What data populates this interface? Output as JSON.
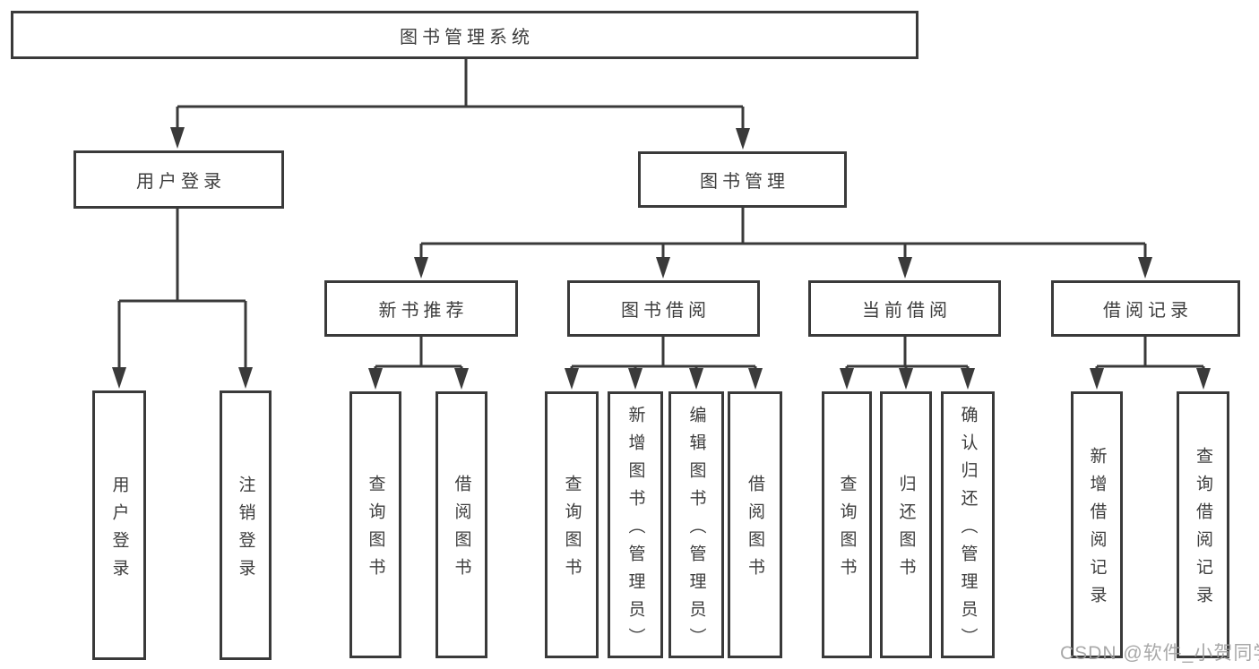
{
  "diagram_title": "图书管理系统",
  "tree": {
    "label": "图书管理系统",
    "children": [
      {
        "label": "用户登录",
        "children": [
          {
            "label": "用户登录"
          },
          {
            "label": "注销登录"
          }
        ]
      },
      {
        "label": "图书管理",
        "children": [
          {
            "label": "新书推荐",
            "children": [
              {
                "label": "查询图书"
              },
              {
                "label": "借阅图书"
              }
            ]
          },
          {
            "label": "图书借阅",
            "children": [
              {
                "label": "查询图书"
              },
              {
                "label": "新增图书（管理员）"
              },
              {
                "label": "编辑图书（管理员）"
              },
              {
                "label": "借阅图书"
              }
            ]
          },
          {
            "label": "当前借阅",
            "children": [
              {
                "label": "查询图书"
              },
              {
                "label": "归还图书"
              },
              {
                "label": "确认归还（管理员）"
              }
            ]
          },
          {
            "label": "借阅记录",
            "children": [
              {
                "label": "新增借阅记录"
              },
              {
                "label": "查询借阅记录"
              }
            ]
          }
        ]
      }
    ]
  },
  "watermark": "CSDN @软件_小贺同学",
  "colors": {
    "line": "#3a3a3a",
    "box_border": "#3a3a3a",
    "text": "#3d3d3d",
    "watermark": "#9f9f9f",
    "background": "#ffffff"
  }
}
